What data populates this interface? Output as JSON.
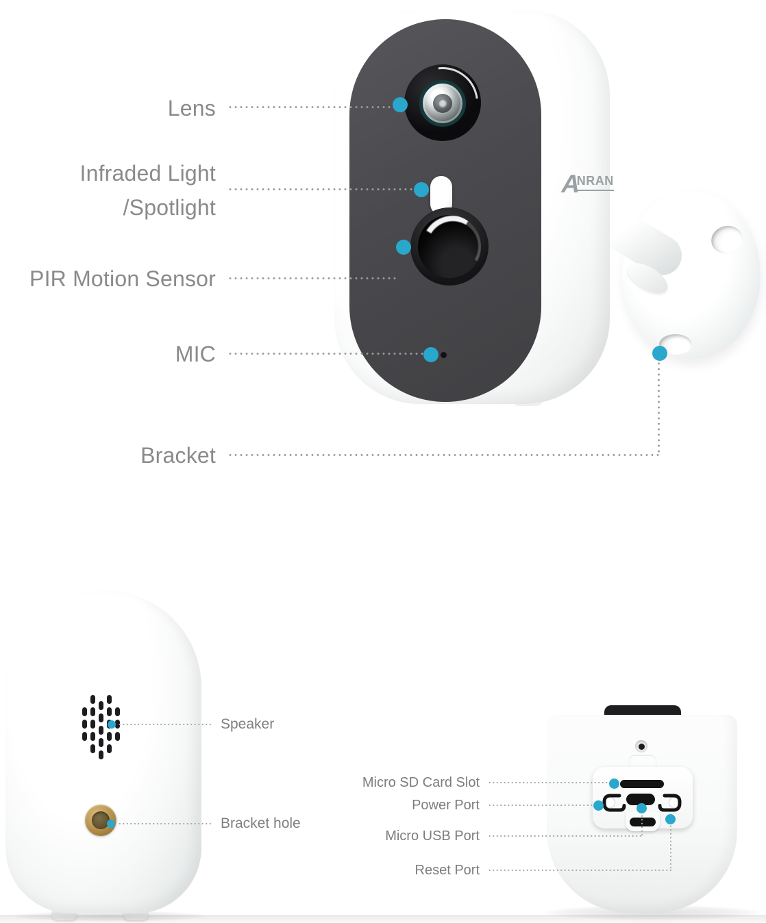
{
  "colors": {
    "accent": "#2aa7cd",
    "label": "#8a8a8a",
    "brand_gray": "#9aa0a3"
  },
  "brand": {
    "logo": "ANRAN",
    "logo_a": "A",
    "logo_rest": "NRAN"
  },
  "front_view": {
    "labels": {
      "lens": "Lens",
      "infrared_line1": "Infraded Light",
      "infrared_line2": "/Spotlight",
      "pir": "PIR Motion Sensor",
      "mic": "MIC",
      "bracket": "Bracket"
    }
  },
  "back_view": {
    "labels": {
      "speaker": "Speaker",
      "bracket_hole": "Bracket hole"
    }
  },
  "bottom_view": {
    "labels": {
      "sd": "Micro SD Card Slot",
      "power": "Power Port",
      "usb": "Micro USB Port",
      "reset": "Reset Port"
    }
  }
}
